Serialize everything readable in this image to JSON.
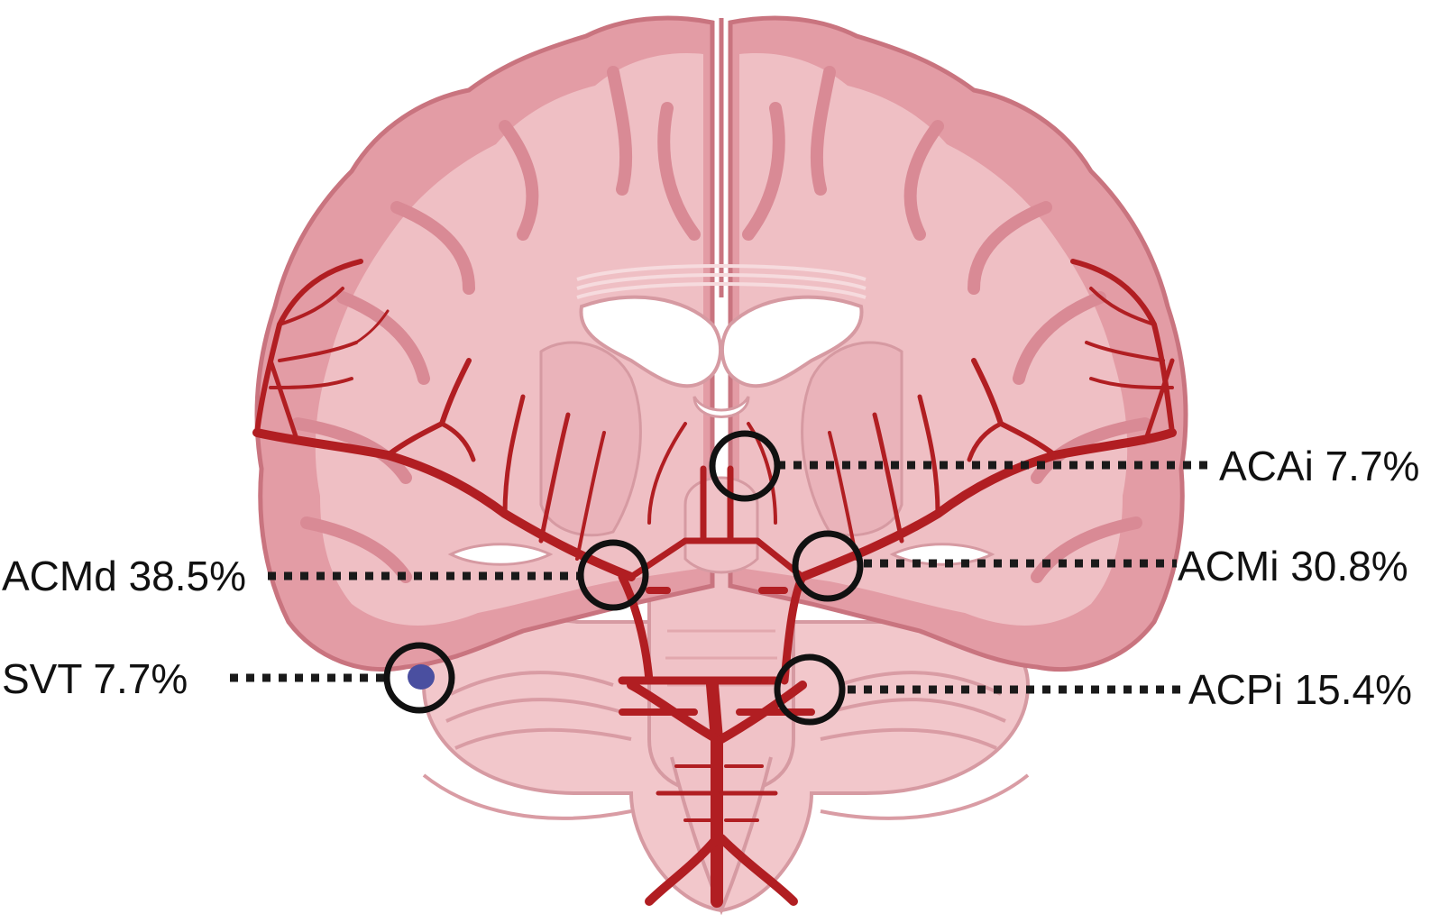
{
  "colors": {
    "brain_outer": "#e39ca5",
    "brain_inner": "#efbfc4",
    "brain_edge": "#c9747f",
    "cerebellum": "#f2c7cb",
    "artery": "#b11e22",
    "ventricle": "#ffffff",
    "marker_ring": "#111111",
    "venous_thrombus": "#4a4fa0",
    "dotted_line": "#1a1a1a"
  },
  "labels": {
    "acai": "ACAi 7.7%",
    "acmd": "ACMd 38.5%",
    "acmi": "ACMi 30.8%",
    "svt": "SVT 7.7%",
    "acpi": "ACPi 15.4%"
  }
}
